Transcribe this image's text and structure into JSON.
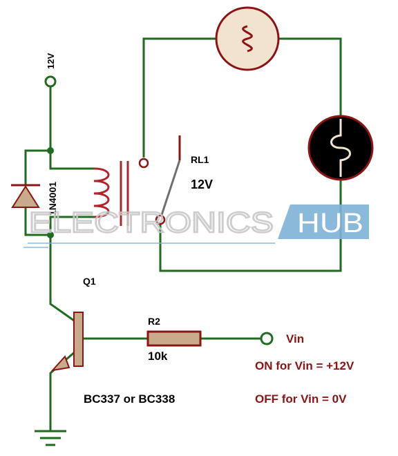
{
  "supply": {
    "label": "12V"
  },
  "diode": {
    "label": "1N4001"
  },
  "relay": {
    "name": "RL1",
    "rating": "12V"
  },
  "transistor": {
    "name": "Q1",
    "part": "BC337 or BC338"
  },
  "resistor": {
    "name": "R2",
    "value": "10k"
  },
  "input": {
    "label": "Vin"
  },
  "notes": {
    "on": "ON for Vin = +12V",
    "off": "OFF for Vin = 0V"
  },
  "watermark": {
    "left": "ELECTRONICS",
    "right": "HUB"
  },
  "colors": {
    "wire": "#1f6b1f",
    "component_fill": "#c7ab8a",
    "component_stroke": "#8b1414",
    "coil": "#b2242c",
    "lamp_on_fill": "#f2e3cf",
    "lamp_off_fill": "#000000",
    "label_red": "#8b1414",
    "watermark_gray": "#c8c8c8",
    "watermark_blue": "#7fb2d6"
  }
}
